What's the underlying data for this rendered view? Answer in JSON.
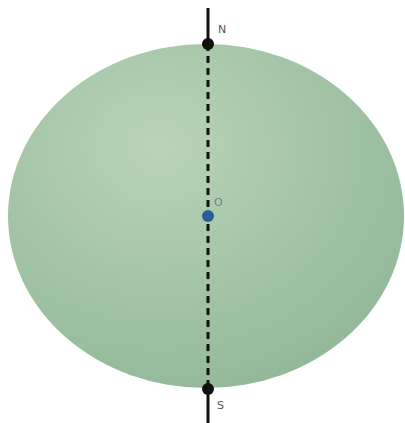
{
  "diagram": {
    "labels": [
      "N",
      "O",
      "S"
    ]
  }
}
